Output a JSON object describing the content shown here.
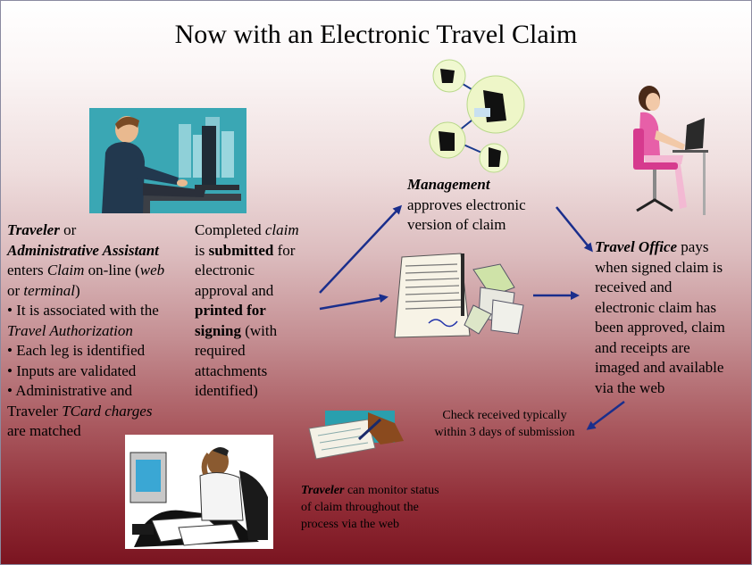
{
  "title": "Now with an Electronic Travel Claim",
  "traveler_box": {
    "traveler": "Traveler",
    "or": " or",
    "admin": "Administrative Assistant",
    "enters": "enters ",
    "claim": "Claim",
    "online": " on-line (",
    "web": "web",
    "or_2": "or ",
    "terminal": "terminal",
    "close": ")",
    "bullet1": "• It is associated with the",
    "travel_authorization": "Travel Authorization",
    "bullet2": "• Each leg is identified",
    "bullet3": "• Inputs are validated",
    "bullet4": "• Administrative and",
    "traveler_2": "Traveler ",
    "tcard": "TCard charges",
    "matched": "are matched"
  },
  "submitted_box": {
    "completed": "Completed ",
    "claim": "claim",
    "is": "is ",
    "submitted": "submitted",
    "for": " for",
    "electronic": "electronic",
    "approval_and": "approval and",
    "printed_for": "printed for",
    "signing": "signing",
    "with": " (with",
    "required": "required",
    "attachments": "attachments",
    "identified": "identified)"
  },
  "management_box": {
    "management": "Management",
    "approves": "approves electronic",
    "version": "version of claim"
  },
  "travel_office_box": {
    "travel_office": "Travel Office",
    "pays": " pays",
    "line2": "when signed claim is",
    "line3": "received and",
    "line4": "electronic claim has",
    "line5": "been approved, claim",
    "line6": "and receipts are",
    "line7": "imaged and available",
    "line8": "via the web"
  },
  "check_box": {
    "line1": "Check received typically",
    "line2": "within 3 days of submission"
  },
  "monitor_box": {
    "traveler": "Traveler",
    "can_monitor": " can monitor status",
    "line2": "of claim throughout the",
    "line3": "process via the web"
  },
  "colors": {
    "arrow": "#1a2e8c",
    "background_top": "#ffffff",
    "background_bottom": "#7a1420"
  }
}
